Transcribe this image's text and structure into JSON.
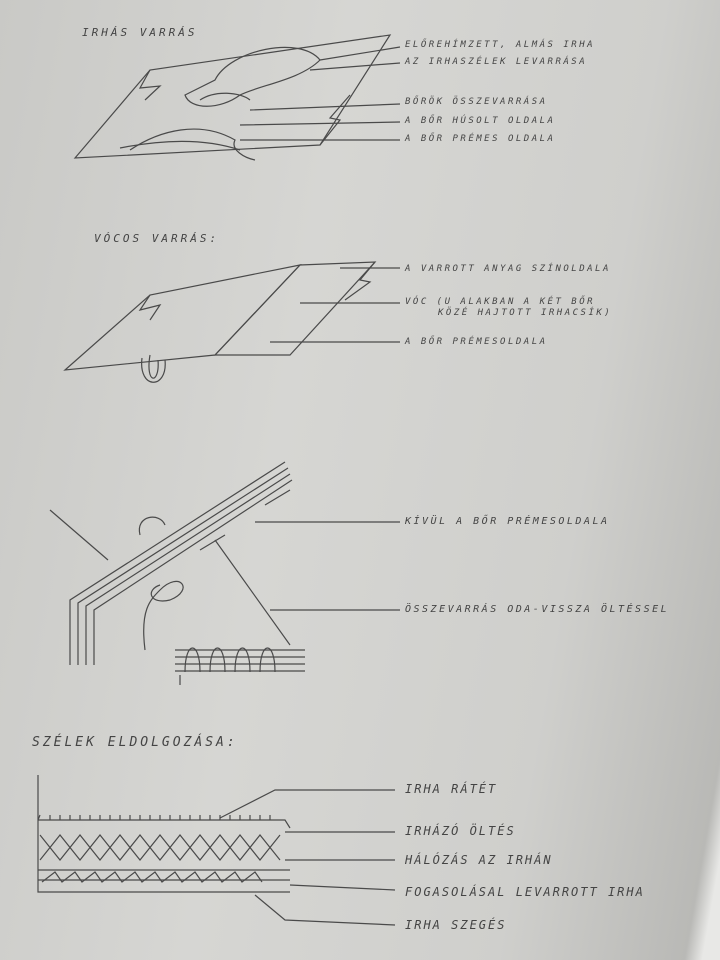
{
  "section1": {
    "title": "IRHÁS VARRÁS",
    "labels": [
      "ELŐREHÍMZETT, ALMÁS IRHA",
      "AZ IRHASZÉLEK LEVARRÁSA",
      "BŐRÖK ÖSSZEVARRÁSA",
      "A BŐR HÚSOLT OLDALA",
      "A BŐR PRÉMES OLDALA"
    ]
  },
  "section2": {
    "title": "VÓCOS VARRÁS:",
    "labels": [
      "A VARROTT ANYAG SZÍNOLDALA",
      "VÓC (U ALAKBAN A KÉT BŐR",
      "KÖZÉ HAJTOTT IRHACSÍK)",
      "A BŐR PRÉMESOLDALA"
    ]
  },
  "section3": {
    "labels": [
      "KÍVÜL A BŐR PRÉMESOLDALA",
      "ÖSSZEVARRÁS ODA-VISSZA ÖLTÉSSEL"
    ]
  },
  "section4": {
    "title": "SZÉLEK ELDOLGOZÁSA:",
    "labels": [
      "IRHA RÁTÉT",
      "IRHÁZÓ ÖLTÉS",
      "HÁLÓZÁS AZ IRHÁN",
      "FOGASOLÁSAL LEVARROTT IRHA",
      "IRHA SZEGÉS"
    ]
  }
}
